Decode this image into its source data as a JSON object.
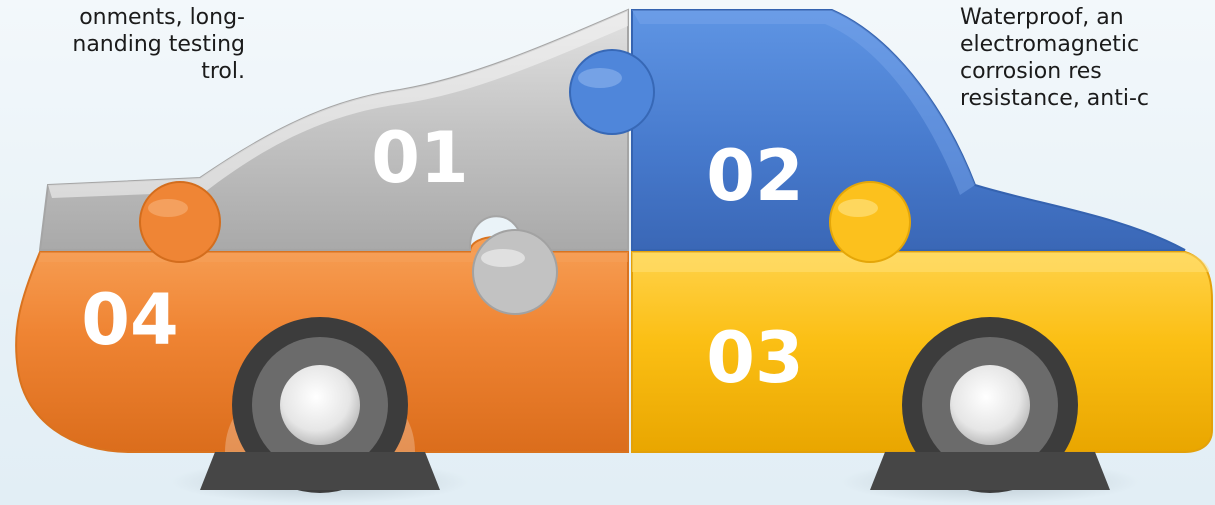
{
  "left_text": [
    "onments,      long-",
    "nanding  testing",
    "trol."
  ],
  "right_text": [
    "Waterproof,     an",
    "electromagnetic",
    "corrosion      res",
    "resistance, anti-c"
  ],
  "pieces": [
    {
      "number": "01",
      "color": "#bdbdbd"
    },
    {
      "number": "02",
      "color": "#4a7fd2"
    },
    {
      "number": "03",
      "color": "#fbbd18"
    },
    {
      "number": "04",
      "color": "#ef8432"
    }
  ]
}
